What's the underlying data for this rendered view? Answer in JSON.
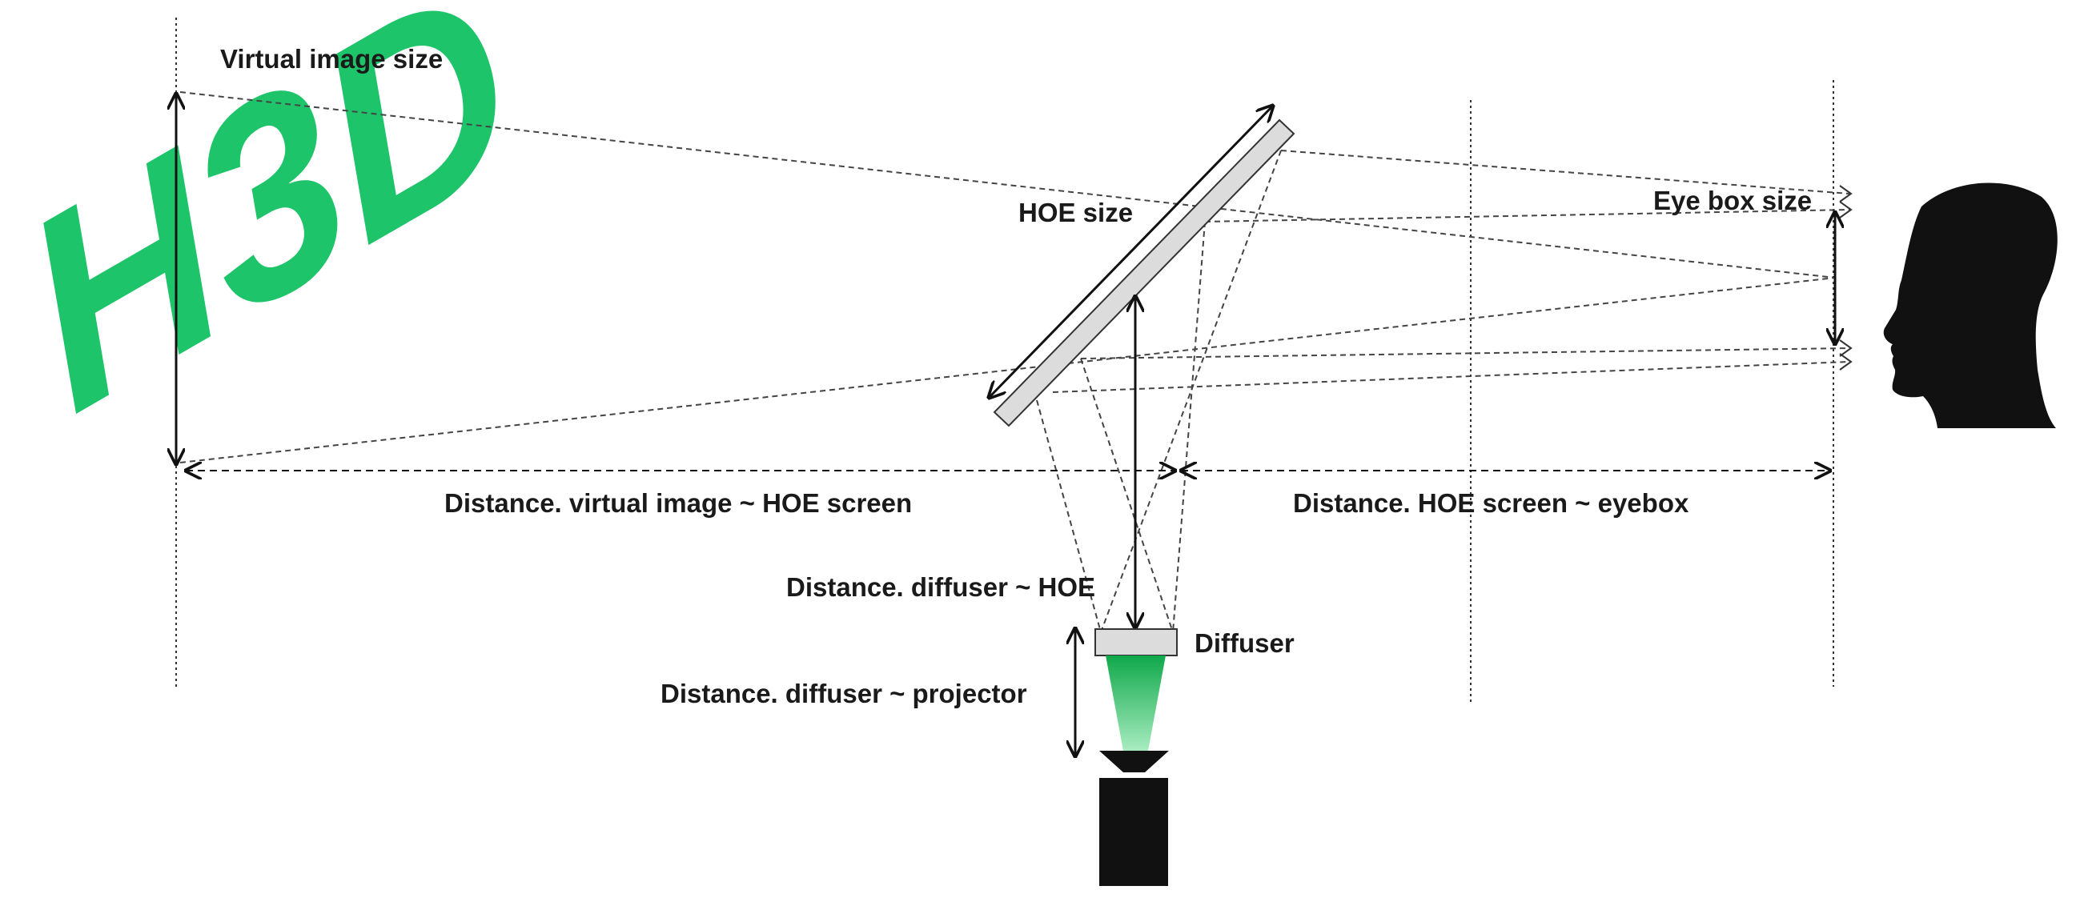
{
  "logo_text": "H3D",
  "colors": {
    "logo": "#1ec46a",
    "ink": "#111111",
    "light": "#22c55e",
    "panel_fill": "#dcdcdc"
  },
  "labels": {
    "virtual_image_size": "Virtual image size",
    "hoe_size": "HOE size",
    "eye_box_size": "Eye box size",
    "dist_virtual_hoe": "Distance. virtual image ~ HOE screen",
    "dist_hoe_eyebox": "Distance. HOE screen ~ eyebox",
    "dist_diffuser_hoe": "Distance. diffuser ~ HOE",
    "diffuser": "Diffuser",
    "dist_diffuser_projector": "Distance. diffuser ~ projector"
  },
  "icons": [
    "head-silhouette-icon",
    "projector-icon"
  ]
}
